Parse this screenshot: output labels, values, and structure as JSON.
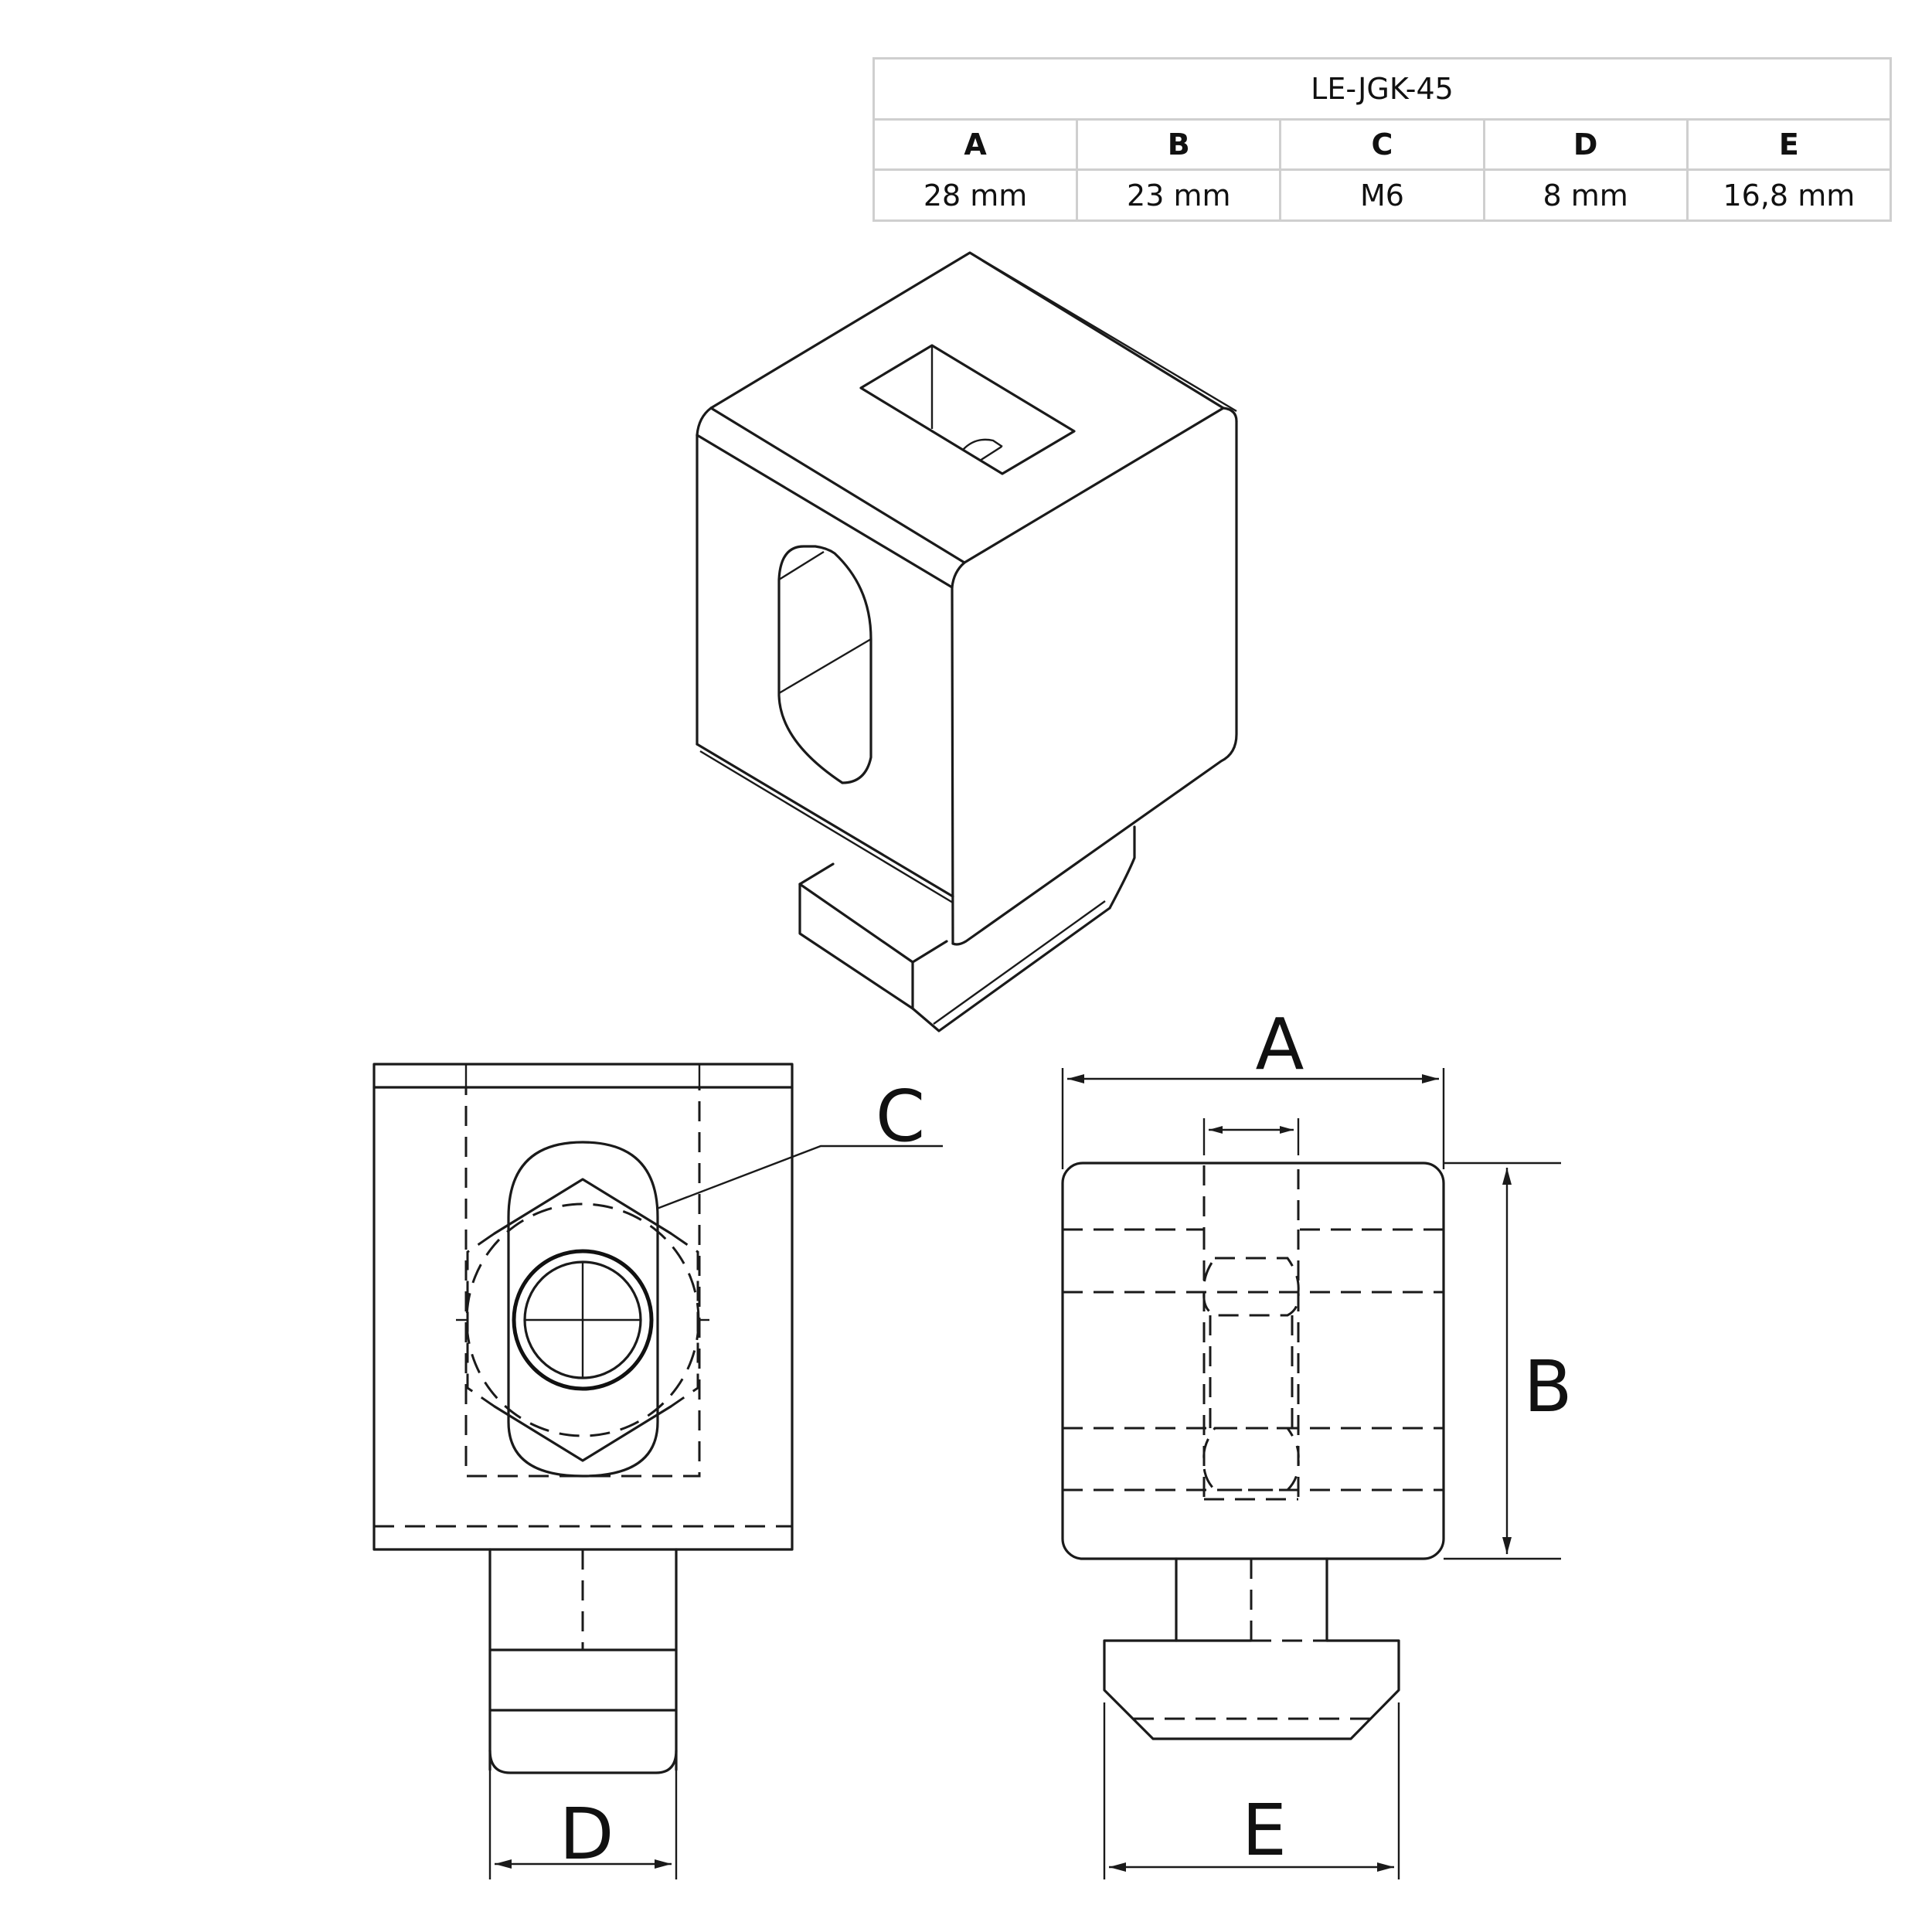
{
  "table": {
    "title": "LE-JGK-45",
    "headers": [
      "A",
      "B",
      "C",
      "D",
      "E"
    ],
    "values": [
      "28 mm",
      "23 mm",
      "M6",
      "8 mm",
      "16,8 mm"
    ]
  },
  "drawing": {
    "labels": {
      "a": "A",
      "b": "B",
      "c": "C",
      "d": "D",
      "e": "E"
    },
    "line_color": "#1a1a1a",
    "table_border_color": "#cfcfcf"
  }
}
